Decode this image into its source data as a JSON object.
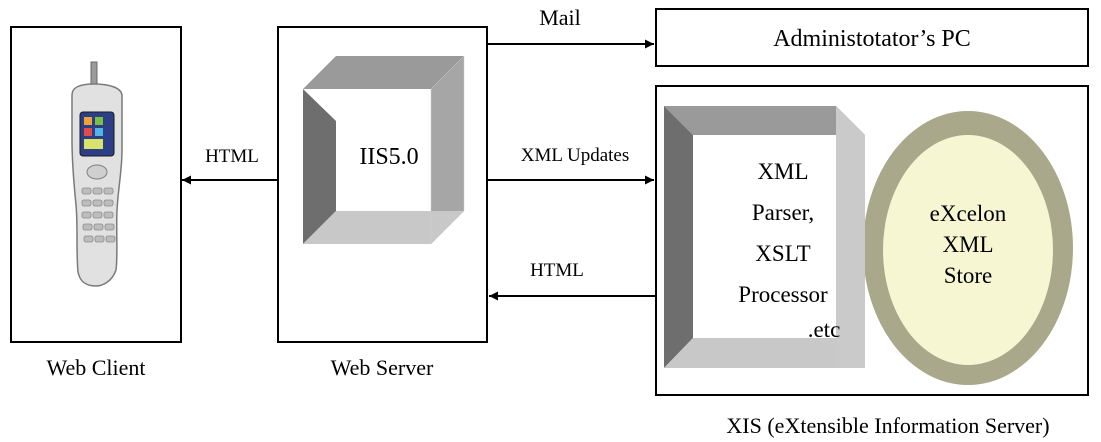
{
  "colors": {
    "line": "#000000",
    "box_fill": "#ffffff",
    "frame_light": "#c8c8c8",
    "frame_dark": "#6e6e6e",
    "frame_mid": "#a6a6a6",
    "frame_top": "#9a9a9a",
    "cylinder_side": "#a9a88a",
    "cylinder_face": "#f6f7d2"
  },
  "nodes": {
    "web_client": {
      "label": "Web Client",
      "icon": "mobile-phone-icon"
    },
    "web_server": {
      "label": "Web Server",
      "inner_label": "IIS5.0"
    },
    "admin_pc": {
      "label": "Administotator’s PC"
    },
    "xis": {
      "label": "XIS (eXtensible Information Server)",
      "processor_lines": [
        "XML",
        "Parser,",
        "XSLT",
        "Processor",
        ".etc"
      ],
      "store_lines": [
        "eXcelon",
        "XML",
        "Store"
      ]
    }
  },
  "edges": {
    "mail": {
      "label": "Mail"
    },
    "html_to_client": {
      "label": "HTML"
    },
    "xml_updates": {
      "label": "XML Updates"
    },
    "html_from_xis": {
      "label": "HTML"
    }
  }
}
